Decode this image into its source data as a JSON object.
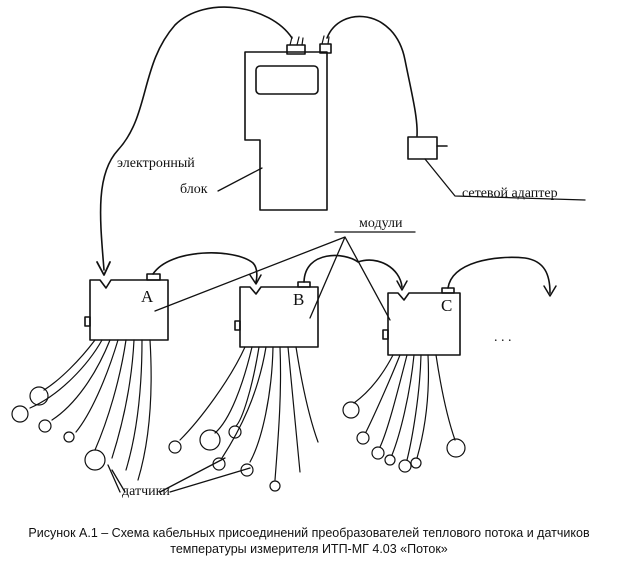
{
  "labels": {
    "electronic_unit_line1": "электронный",
    "electronic_unit_line2": "блок",
    "power_adapter": "сетевой адаптер",
    "modules": "модули",
    "sensors": "датчики",
    "ellipsis": ". . ."
  },
  "modules": [
    {
      "letter": "A"
    },
    {
      "letter": "B"
    },
    {
      "letter": "C"
    }
  ],
  "caption": {
    "line1": "Рисунок А.1 – Схема кабельных присоединений преобразователей   теплового потока и датчиков",
    "line2": "температуры измерителя  ИТП-МГ 4.03 «Поток»"
  }
}
